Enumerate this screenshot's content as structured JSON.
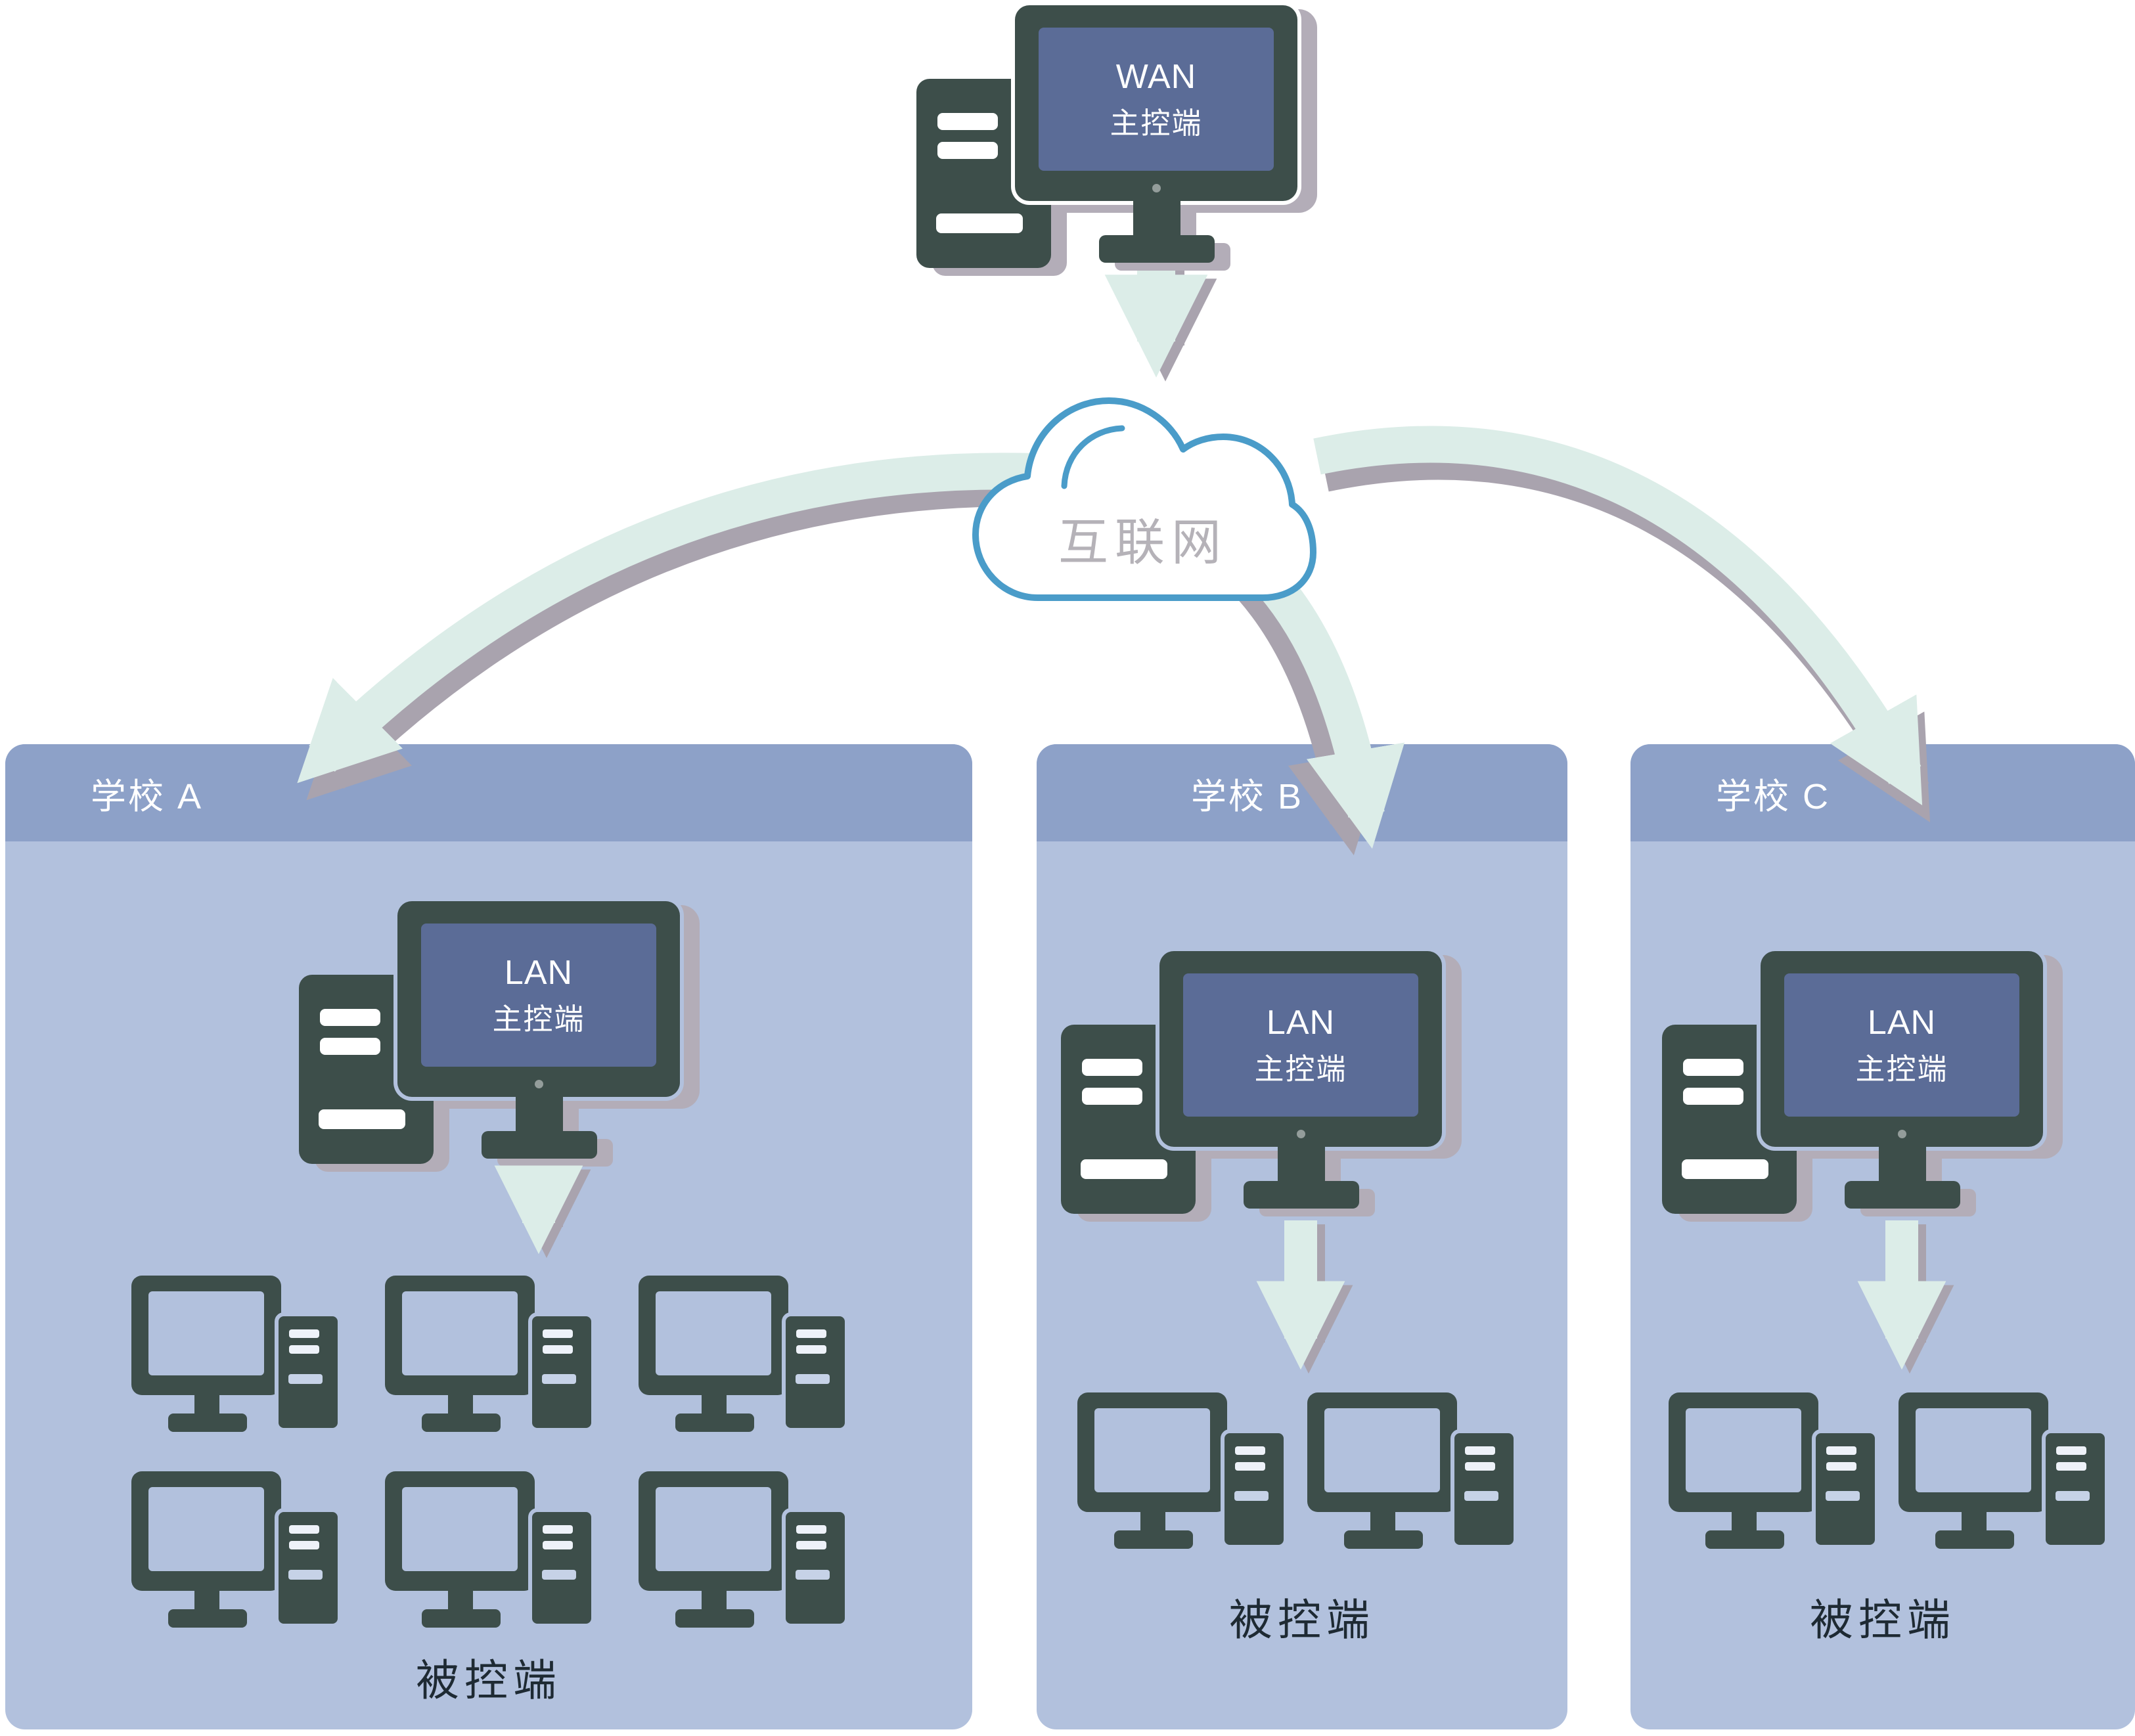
{
  "wan": {
    "line1": "WAN",
    "line2": "主控端"
  },
  "cloud": {
    "label": "互联网"
  },
  "schools": [
    {
      "name": "学校 A",
      "lan_line1": "LAN",
      "lan_line2": "主控端",
      "clients_label": "被控端",
      "client_count": 6
    },
    {
      "name": "学校 B",
      "lan_line1": "LAN",
      "lan_line2": "主控端",
      "clients_label": "被控端",
      "client_count": 2
    },
    {
      "name": "学校 C",
      "lan_line1": "LAN",
      "lan_line2": "主控端",
      "clients_label": "被控端",
      "client_count": 2
    }
  ],
  "icons": {
    "master_computer": "desktop-computer-with-tower-icon",
    "client_computer": "desktop-computer-with-tower-icon",
    "cloud": "cloud-icon",
    "connection_arrows": "thick-curved-arrow-icon"
  },
  "colors": {
    "computer_dark": "#3d4e4a",
    "screen_blue": "#5b6c97",
    "panel_blue": "#b2c1dd",
    "panel_header_blue": "#8da1c8",
    "arrow_mint": "#dcede8",
    "arrow_shadow_gray": "#a9a3ae",
    "icon_shadow_gray": "#b3adb8",
    "cloud_outline_blue": "#4a9cc9",
    "cloud_text_gray": "#b5b2b8",
    "dark_label_text": "#1e2a33"
  }
}
